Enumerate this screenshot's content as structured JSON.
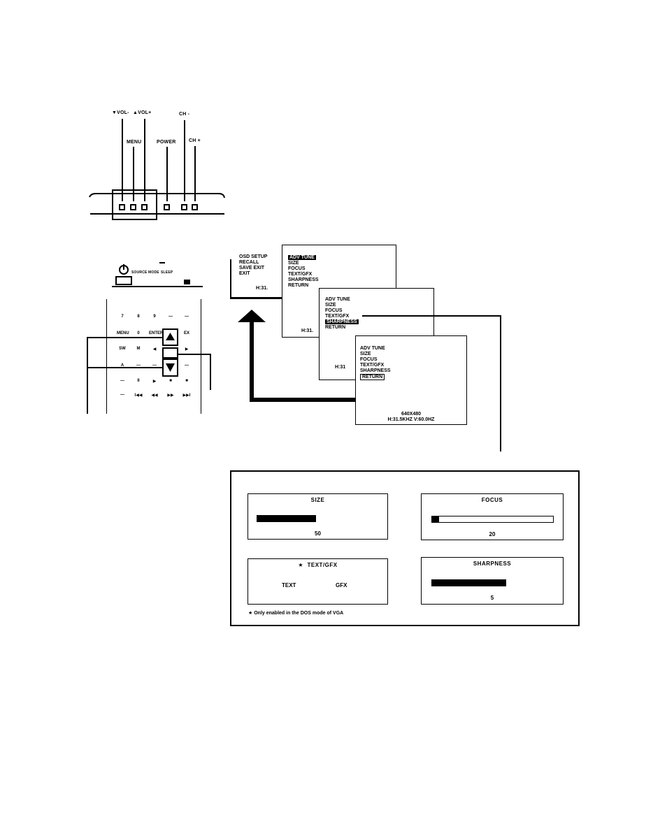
{
  "front_panel": {
    "labels": {
      "vol_down": "▼VOL-",
      "vol_up": "▲VOL+",
      "menu": "MENU",
      "power": "POWER",
      "ch_down": "CH -",
      "ch_up": "CH +"
    }
  },
  "remote": {
    "top_labels": {
      "source": "SOURCE",
      "mode": "MODE",
      "sleep": "SLEEP"
    },
    "key_rows": [
      [
        "7",
        "8",
        "9",
        "—",
        "—"
      ],
      [
        "MENU",
        "0",
        "ENTER",
        "▲",
        "EX"
      ],
      [
        "SW",
        "M",
        "◀",
        "—",
        "▶"
      ],
      [
        "A",
        "—",
        "—",
        "▼",
        "—"
      ],
      [
        "—",
        "II",
        "▶",
        "■",
        "■"
      ],
      [
        "—",
        "I◀◀",
        "◀◀",
        "▶▶",
        "▶▶I"
      ]
    ]
  },
  "menus": {
    "main": {
      "items": [
        "OSD SETUP",
        "RECALL",
        "SAVE EXIT",
        "EXIT"
      ],
      "footer": "H:31."
    },
    "adv1": {
      "items": [
        "ADV TUNE",
        "SIZE",
        "FOCUS",
        "TEXT/GFX",
        "SHARPNESS",
        "RETURN"
      ],
      "highlight_index": 0,
      "footer": "H:31."
    },
    "adv2": {
      "items": [
        "ADV TUNE",
        "SIZE",
        "FOCUS",
        "TEXT/GFX",
        "SHARPNESS",
        "RETURN"
      ],
      "highlight_index": 4,
      "footer": "H:31"
    },
    "adv3": {
      "items": [
        "ADV TUNE",
        "SIZE",
        "FOCUS",
        "TEXT/GFX",
        "SHARPNESS",
        "RETURN"
      ],
      "boxed_index": 5,
      "footer_line1": "640X480",
      "footer_line2": "H:31.5KHZ V:60.0HZ"
    }
  },
  "panels": {
    "size": {
      "title": "SIZE",
      "value": "50",
      "level": 0.47
    },
    "focus": {
      "title": "FOCUS",
      "value": "20",
      "level": 0.06
    },
    "textgfx": {
      "title": "TEXT/GFX",
      "option_text": "TEXT",
      "option_gfx": "GFX"
    },
    "sharpness": {
      "title": "SHARPNESS",
      "value": "5",
      "level": 0.62
    },
    "note": "Only enabled in the DOS mode of VGA"
  },
  "icons": {
    "star": "star-icon",
    "power": "power-icon",
    "arrow_up": "arrow-up-icon"
  },
  "colors": {
    "ink": "#000000",
    "paper": "#ffffff"
  }
}
